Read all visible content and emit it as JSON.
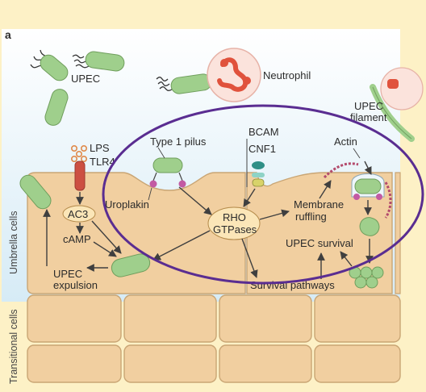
{
  "figure": {
    "panel_letter": "a",
    "bacteria": {
      "upec": "UPEC",
      "neutrophil": "Neutrophil",
      "upec_filament_line1": "UPEC",
      "upec_filament_line2": "filament"
    },
    "receptors": {
      "lps": "LPS",
      "tlr4": "TLR4",
      "type1_pilus": "Type 1 pilus",
      "uroplakin": "Uroplakin",
      "bcam": "BCAM",
      "cnf1": "CNF1",
      "actin": "Actin"
    },
    "signalling": {
      "ac3": "AC3",
      "camp": "cAMP",
      "upec_expulsion_line1": "UPEC",
      "upec_expulsion_line2": "expulsion",
      "rho_line1": "RHO",
      "rho_line2": "GTPases",
      "membrane_ruffling_line1": "Membrane",
      "membrane_ruffling_line2": "ruffling",
      "upec_survival": "UPEC survival",
      "survival_pathways": "Survival pathways"
    },
    "layers": {
      "umbrella_cells": "Umbrella cells",
      "transitional_cells": "Transitional cells"
    },
    "colors": {
      "background": "#fdf1c6",
      "sky": "#e3f1f9",
      "cell_fill": "#f1cfa0",
      "cell_stroke": "#c9a574",
      "bacterium": "#9fcf8c",
      "pilus_receptor": "#c25aa3",
      "tlr4": "#cc4f42",
      "lps": "#e08a4a",
      "nucleus": "#e0523c",
      "highlight_ellipse": "#5a2d91",
      "arrow": "#3f3f3f"
    }
  }
}
